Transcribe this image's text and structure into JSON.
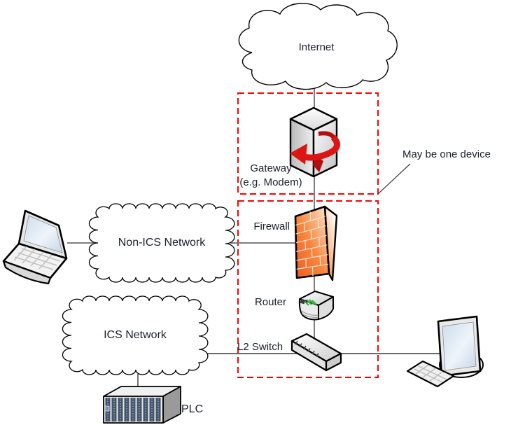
{
  "diagram": {
    "nodes": {
      "internet": {
        "label": "Internet"
      },
      "gateway": {
        "label_line1": "Gateway",
        "label_line2": "(e.g. Modem)"
      },
      "firewall": {
        "label": "Firewall"
      },
      "router": {
        "label": "Router"
      },
      "l2_switch": {
        "label": "L2 Switch"
      },
      "plc": {
        "label": "PLC"
      },
      "non_ics_network": {
        "label": "Non-ICS Network"
      },
      "ics_network": {
        "label": "ICS Network"
      }
    },
    "annotations": {
      "may_be_one_device": "May be one device"
    },
    "colors": {
      "dashed_box_red": "#FF0000",
      "gateway_arrow_red": "#DD1414",
      "firewall_orange": "#F46F2A",
      "router_led_green": "#3FAE49",
      "plc_module_blue": "#44546A",
      "connector_gray": "#7F7F7F",
      "connector_black": "#3A3A3A"
    }
  }
}
